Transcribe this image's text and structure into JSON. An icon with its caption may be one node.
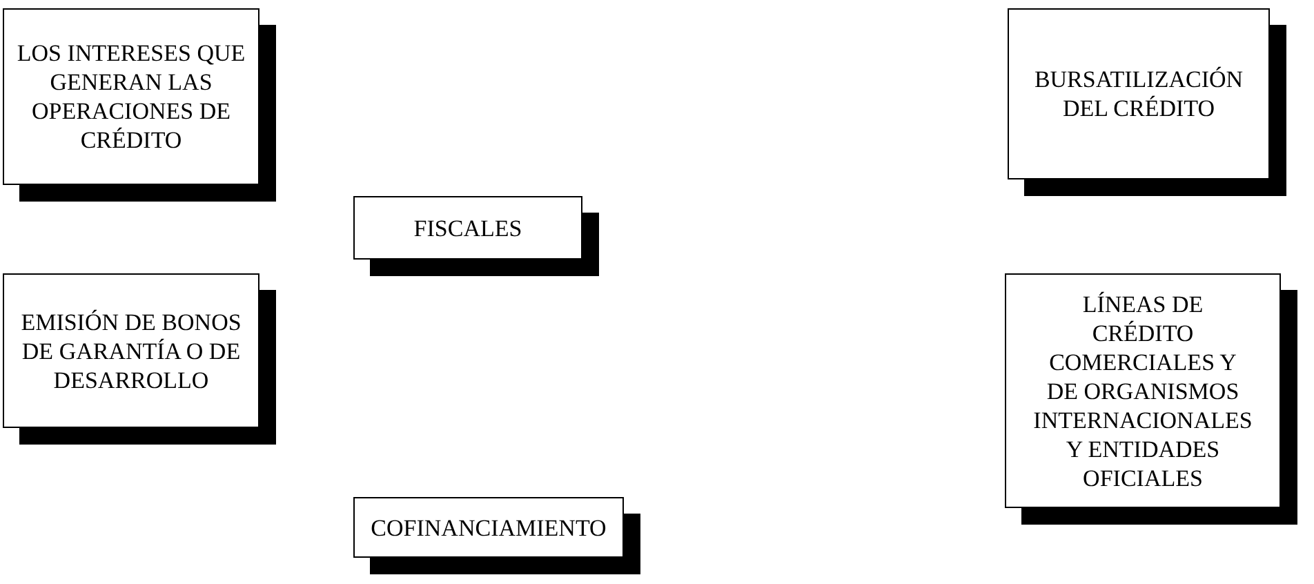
{
  "diagram": {
    "nodes": [
      {
        "text": [
          "LOS INTERESES QUE GENERAN LAS OPERACIONES DE CRÉDITO"
        ]
      },
      {
        "text": [
          "BURSATILIZACIÓN DEL CRÉDITO"
        ]
      },
      {
        "text": [
          "FISCALES"
        ]
      },
      {
        "text": [
          "EMISIÓN DE BONOS DE GARANTÍA O DE DESARROLLO"
        ]
      },
      {
        "text": [
          "LÍNEAS DE CRÉDITO COMERCIALES Y DE ORGANISMOS INTERNACIONALES Y ENTIDADES OFICIALES"
        ]
      },
      {
        "text": [
          "COFINANCIAMIENTO"
        ]
      }
    ]
  }
}
